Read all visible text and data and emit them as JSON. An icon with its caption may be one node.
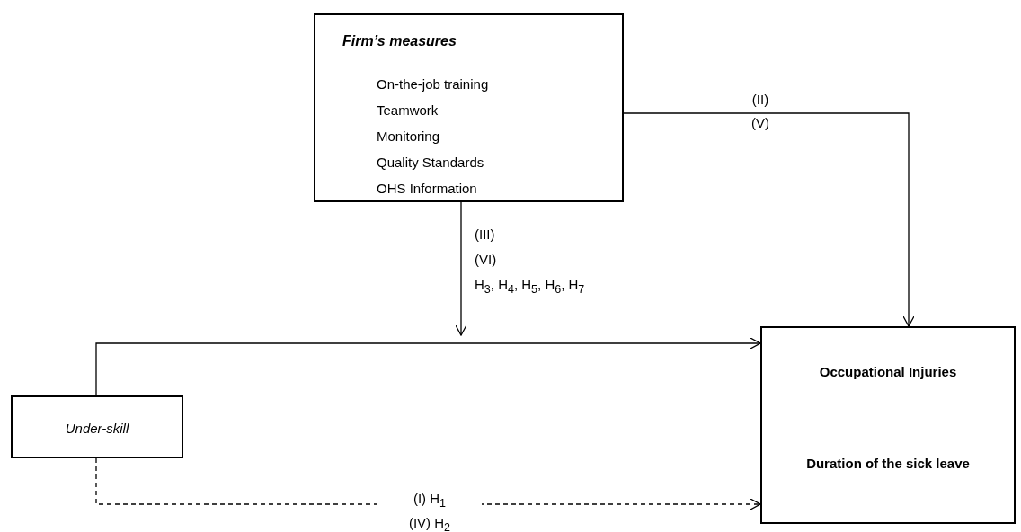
{
  "diagram": {
    "nodes": [
      {
        "text": [
          "Firm’s measures",
          "On-the-job training",
          "Teamwork",
          "Monitoring",
          "Quality Standards",
          "OHS Information"
        ]
      },
      {
        "text": [
          "Under-skill"
        ]
      },
      {
        "text": [
          "Occupational Injuries",
          "Duration of the sick leave"
        ]
      }
    ],
    "edges": [
      {
        "from": 1,
        "to": 2,
        "arrow": "to"
      },
      {
        "from": 0,
        "to": 2,
        "arrow": "to"
      },
      {
        "from": 0,
        "to": null,
        "arrow": "to"
      },
      {
        "from": 1,
        "to": 2,
        "arrow": "to",
        "style": "dashed"
      }
    ],
    "labels": [
      "(II)",
      "(V)",
      "(III)",
      "(VI)",
      "H$_{3}$, H$_{4}$, H$_{5}$, H$_{6}$, H$_{7}$",
      "(I) H$_{1}$",
      "(IV) H$_{2}$"
    ]
  }
}
